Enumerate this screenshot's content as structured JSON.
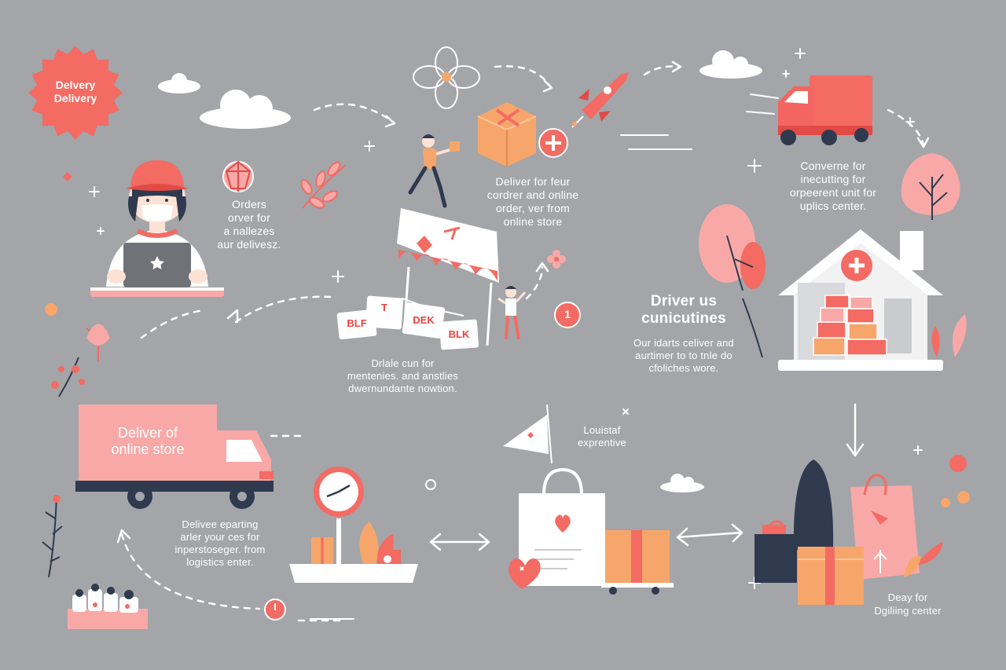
{
  "badge": {
    "lines": [
      "Delvery",
      "Delivery"
    ],
    "color": "#f36b63"
  },
  "steps": {
    "orders": {
      "lines": [
        "Orders",
        "orver for",
        "a nallezes",
        "aur delivesz."
      ]
    },
    "online_order": {
      "lines": [
        "Deliver for feur",
        "cordrer and online",
        "order, ver from",
        "online store"
      ]
    },
    "converse": {
      "lines": [
        "Converne for",
        "inecutting for",
        "orpeerent unit for",
        "uplics center."
      ]
    },
    "driver_title": {
      "lines": [
        "Driver us",
        "cunicutines"
      ]
    },
    "driver_desc": {
      "lines": [
        "Our idarts celiver and",
        "aurtimer to to tnle do",
        "cfoliches wore."
      ]
    },
    "market": {
      "lines": [
        "Drlale cun for",
        "mentenies. and anstlies",
        "dwernundante nowtion."
      ]
    },
    "truck": {
      "lines": [
        "Deliver of",
        "online store"
      ]
    },
    "logistics": {
      "lines": [
        "Delivee eparting",
        "arler your ces for",
        "inperstoseger. from",
        "logistics enter."
      ]
    },
    "flag": {
      "lines": [
        "Louistaf",
        "exprentive"
      ]
    },
    "center": {
      "lines": [
        "Deay for",
        "Dgiliing center"
      ]
    }
  },
  "store_signs": [
    "BLF",
    "T",
    "DEK",
    "BLK"
  ],
  "step_number": "1",
  "colors": {
    "background": "#a3a5a8",
    "coral": "#f36b63",
    "peach": "#f7a66b",
    "pink": "#f8a9a7",
    "white": "#ffffff",
    "navy": "#2f3a4f"
  }
}
